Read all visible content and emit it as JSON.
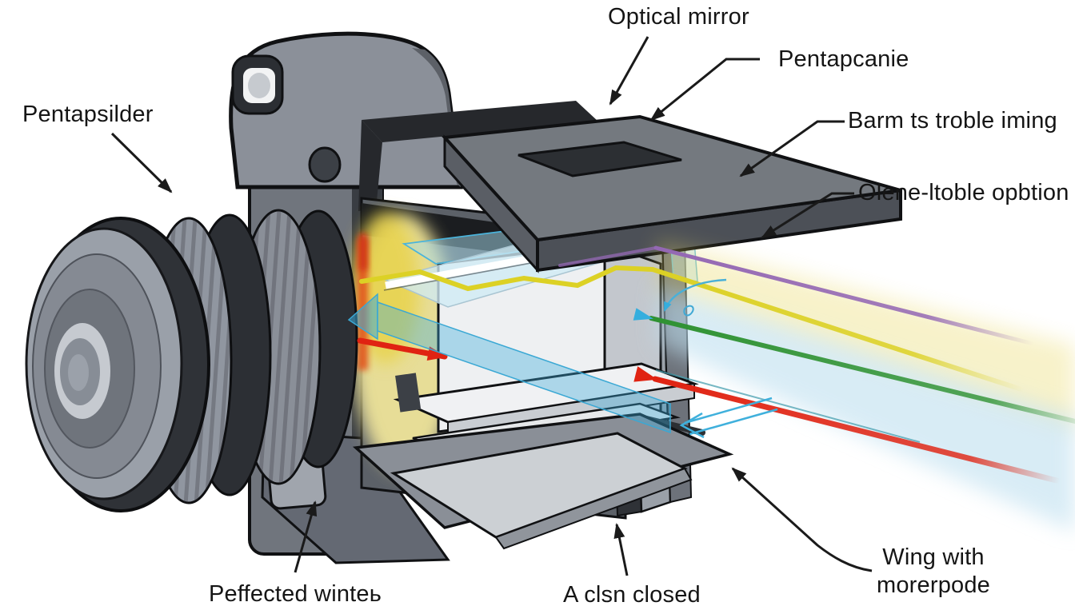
{
  "diagram": {
    "type": "dslr-camera-cutaway",
    "labels": {
      "pentaprism_left": "Pentapsilder",
      "optical_mirror": "Optical mirror",
      "pentaprism_top": "Pentapcanie",
      "beam_top_right": "Barm ts troble iming",
      "beam_mid_right": "Olene-ltoble opbtion",
      "wing_line1": "Wing with",
      "wing_line2": "morerpode",
      "reflected_bottom_left": "Peffected winteь",
      "shutter_bottom": "A clsn closed"
    },
    "colors": {
      "ray_purple": "#9468b4",
      "ray_yellow": "#dcd125",
      "ray_green": "#2f9232",
      "ray_red": "#e02312",
      "ray_cyan": "#35aede",
      "glass_blue": "#cfeaf5",
      "leader_black": "#1a1a1a"
    }
  }
}
